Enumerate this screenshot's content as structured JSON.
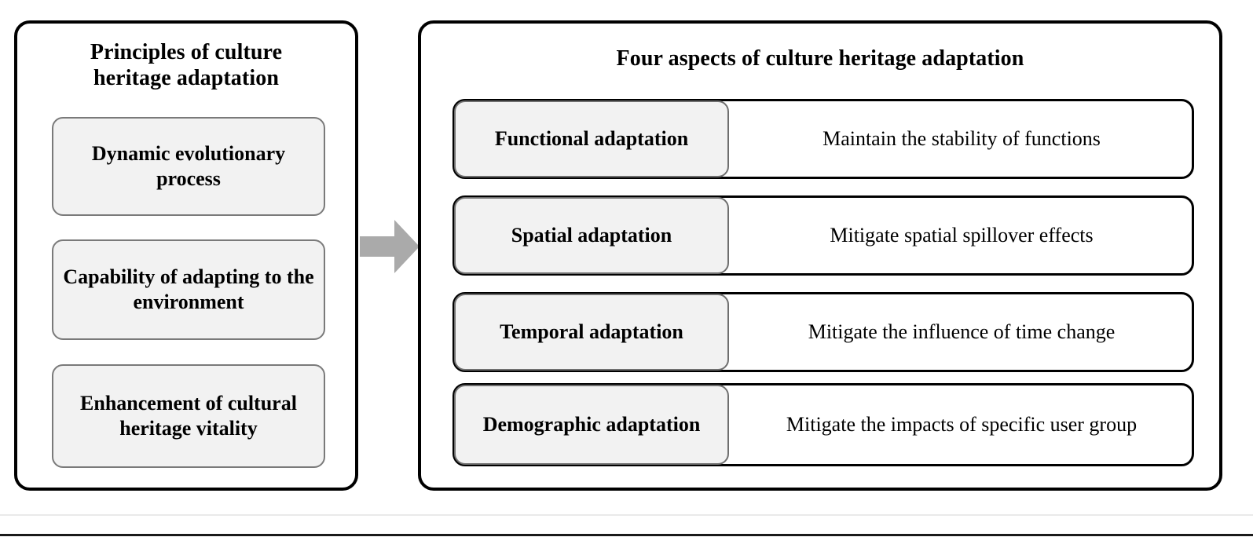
{
  "left_panel": {
    "title": "Principles of culture\nheritage adaptation",
    "title_line1": "Principles of culture",
    "title_line2": "heritage adaptation",
    "principles": [
      {
        "label": "Dynamic evolutionary process"
      },
      {
        "label": "Capability of adapting to the environment"
      },
      {
        "label": "Enhancement of cultural heritage vitality"
      }
    ]
  },
  "connector": {
    "icon": "right-arrow-icon",
    "color": "#aaaaaa"
  },
  "right_panel": {
    "title": "Four aspects of culture heritage adaptation",
    "aspects": [
      {
        "label": "Functional adaptation",
        "description": "Maintain the stability of functions"
      },
      {
        "label": "Spatial adaptation",
        "description": "Mitigate spatial spillover effects"
      },
      {
        "label": "Temporal adaptation",
        "description": "Mitigate the influence of time change"
      },
      {
        "label": "Demographic adaptation",
        "description": "Mitigate the impacts of specific user group"
      }
    ]
  },
  "colors": {
    "panel_border": "#000000",
    "box_fill": "#f2f2f2",
    "box_border": "#7a7a7a",
    "arrow_fill": "#aaaaaa",
    "text": "#000000",
    "divider_light": "#e9e9e9",
    "divider_dark": "#1a1a1a"
  }
}
